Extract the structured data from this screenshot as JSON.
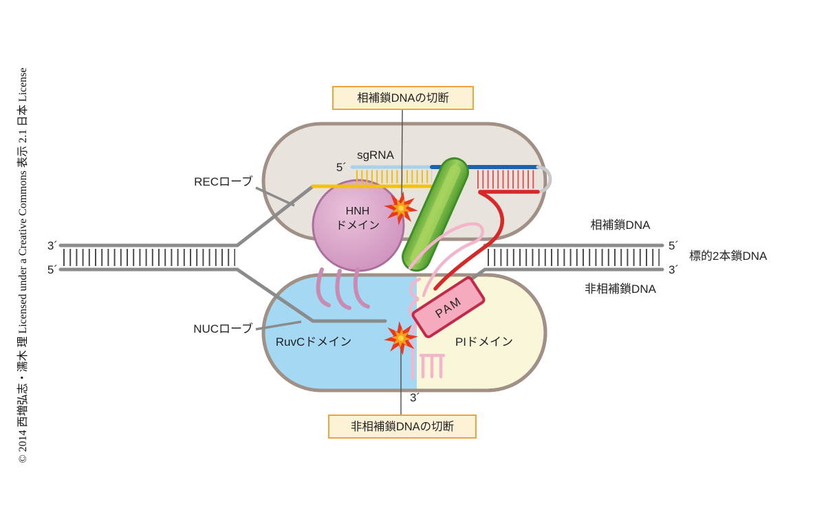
{
  "copyright": "© 2014 西増弘志・濡木 理 Licensed under a Creative Commons 表示 2.1 日本 License",
  "callouts": {
    "top": "相補鎖DNAの切断",
    "bottom": "非相補鎖DNAの切断"
  },
  "protein": {
    "rec_lobe": "RECローブ",
    "nuc_lobe": "NUCローブ",
    "hnh_line1": "HNH",
    "hnh_line2": "ドメイン",
    "ruvc": "RuvCドメイン",
    "pi": "PIドメイン",
    "pam": "PAM"
  },
  "rna": {
    "sgrna": "sgRNA",
    "five_prime": "5´"
  },
  "dna": {
    "left_top_end": "3´",
    "left_bottom_end": "5´",
    "right_top_label": "相補鎖DNA",
    "right_top_end": "5´",
    "right_bottom_label": "非相補鎖DNA",
    "right_bottom_end": "3´",
    "target_label": "標的2本鎖DNA",
    "cut_end": "3´"
  },
  "colors": {
    "lobe_fill": "#e9e3de",
    "lobe_border": "#a09086",
    "ruvc_blue": "#a5d9f3",
    "pi_cream": "#faf6da",
    "hnh_pink": "#cd8fbc",
    "green_helix": "#6fb53c",
    "sgrna_light_blue": "#a6d2ec",
    "sgrna_dark_blue": "#1a63ae",
    "dna_gray": "#8b8b8b",
    "dna_yellow": "#f3c300",
    "dna_red": "#d62828",
    "pam_pink": "#f6aabe",
    "pam_border": "#c22a4a",
    "burst_red": "#e6391f",
    "burst_orange": "#f59f1e",
    "callout_bg": "#fdf2d6",
    "callout_border": "#eda43e",
    "linker_pink": "#f3b5ca"
  }
}
